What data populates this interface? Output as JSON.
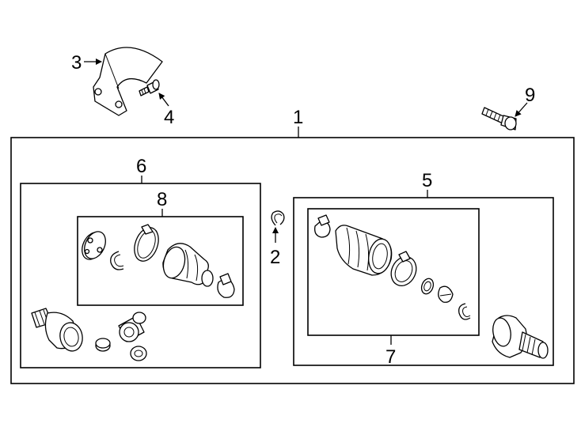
{
  "colors": {
    "line": "#000000",
    "background": "#ffffff"
  },
  "callouts": {
    "c1": "1",
    "c2": "2",
    "c3": "3",
    "c4": "4",
    "c5": "5",
    "c6": "6",
    "c7": "7",
    "c8": "8",
    "c9": "9"
  },
  "parts": [
    {
      "callout": "1",
      "icon": "axle-assembly-frame"
    },
    {
      "callout": "2",
      "icon": "snap-ring-icon"
    },
    {
      "callout": "3",
      "icon": "heat-shield-icon"
    },
    {
      "callout": "4",
      "icon": "screw-icon"
    },
    {
      "callout": "5",
      "icon": "outer-joint-kit-frame"
    },
    {
      "callout": "6",
      "icon": "inner-joint-kit-frame"
    },
    {
      "callout": "7",
      "icon": "outer-boot-kit-frame"
    },
    {
      "callout": "8",
      "icon": "inner-boot-kit-frame"
    },
    {
      "callout": "9",
      "icon": "bolt-icon"
    }
  ]
}
